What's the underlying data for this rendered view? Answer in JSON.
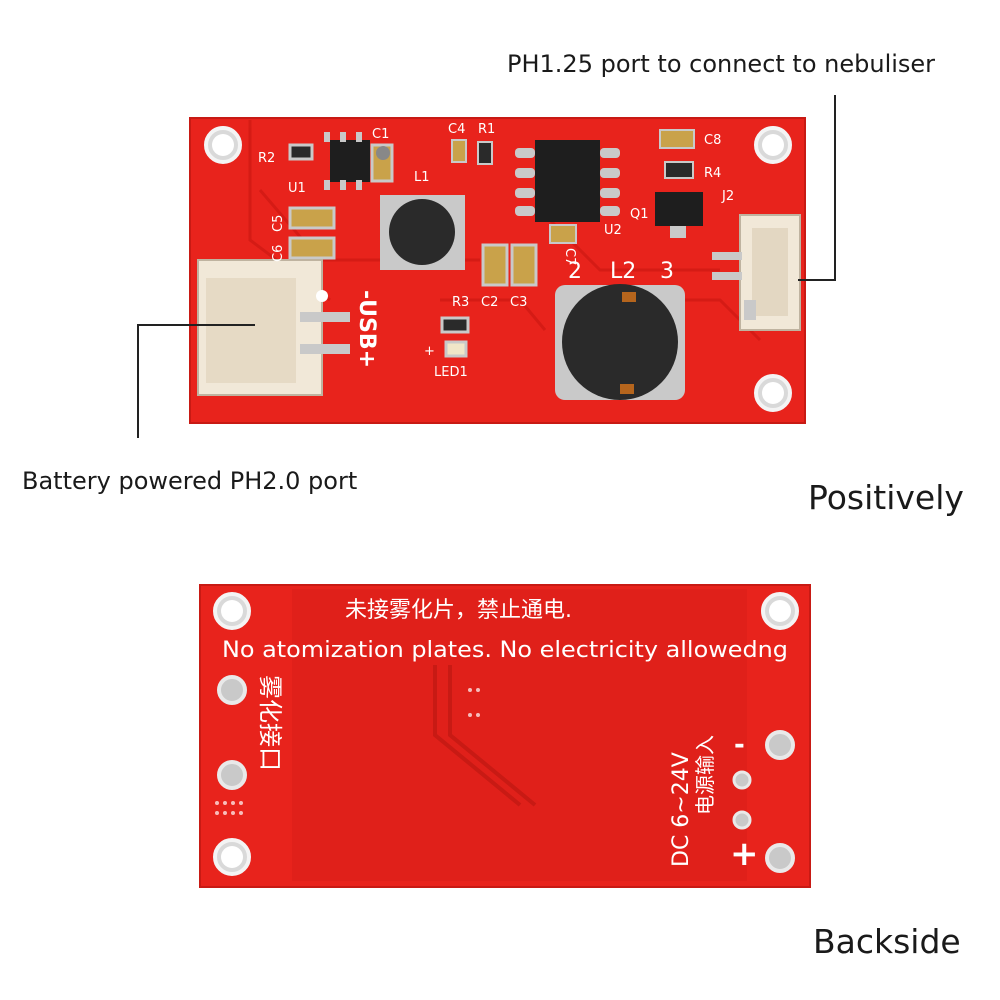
{
  "annotations": {
    "nebuliser_port": "PH1.25 port to connect to nebuliser",
    "battery_port": "Battery powered PH2.0 port"
  },
  "views": {
    "front": "Positively",
    "back": "Backside"
  },
  "front_silkscreen": {
    "r2": "R2",
    "c1": "C1",
    "c4": "C4",
    "r1": "R1",
    "c8": "C8",
    "u1": "U1",
    "l1": "L1",
    "r4": "R4",
    "c5": "C5",
    "c6": "C6",
    "u2": "U2",
    "q1": "Q1",
    "j2": "J2",
    "l2": "L2",
    "c7": "C7",
    "r3": "R3",
    "c2": "C2",
    "c3": "C3",
    "led1": "LED1",
    "usb": "-USB+",
    "mark2": "2",
    "mark3": "3",
    "plus": "+"
  },
  "back_silkscreen": {
    "chinese_warning": "未接雾化片，禁止通电.",
    "english_warning": "No atomization plates. No electricity allowedng",
    "atomizer_interface": "雾化接口",
    "power_voltage": "DC 6~24V",
    "power_input": "电源输入",
    "plus_mark": "+",
    "minus_mark": "-"
  },
  "colors": {
    "pcb_red": "#e8231c",
    "pcb_red_dark": "#d11a14",
    "connector_white": "#f1e8d8",
    "pad_silver": "#c9c9c9",
    "chip_black": "#1e1e1e"
  }
}
